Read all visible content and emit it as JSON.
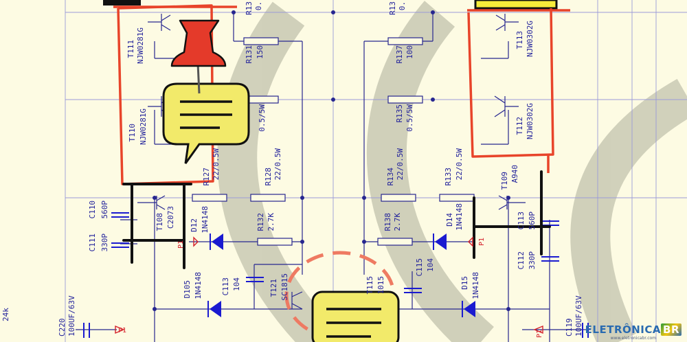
{
  "schematic": {
    "labels": {
      "r131": "R131",
      "r131_val": "150",
      "r137": "R137",
      "r137_val": "100",
      "r135": "R135",
      "r135_val": "0.5/5W",
      "r_left_mid_val": "0.5/5W",
      "r127": "R127",
      "r127_val": "22/0.5W",
      "r128": "R128",
      "r128_val": "22/0.5W",
      "r134": "R134",
      "r134_val": "22/0.5W",
      "r133": "R133",
      "r133_val": "22/0.5W",
      "r132": "R132",
      "r132_val": "2.7K",
      "r138": "R138",
      "r138_val": "2.7K",
      "t111": "T111",
      "t111_part": "NJW0281G",
      "t110": "T110",
      "t110_part": "NJW0281G",
      "t113": "T113",
      "t113_part": "NJW0302G",
      "t112": "T112",
      "t112_part": "NJW0302G",
      "t109": "T109",
      "t109_part": "A940",
      "t108": "T108",
      "t108_part": "C2073",
      "t121": "T121",
      "t121_part": "SC1815",
      "t115": "T115",
      "t115_part": "1015",
      "d12": "D12",
      "d12_part": "1N4148",
      "d14": "D14",
      "d14_part": "1N4148",
      "d105": "D105",
      "d105_part": "1N4148",
      "d15": "D15",
      "d15_part": "1N4148",
      "c110": "C110",
      "c110_val": "560P",
      "c111": "C111",
      "c111_val": "330P",
      "c113a": "C113",
      "c113a_val": "104",
      "c115": "C115",
      "c115_val": "104",
      "c113b": "C113",
      "c113b_val": "560P",
      "c112": "C112",
      "c112_val": "330P",
      "c220": "C220",
      "c220_val": "100UF/63V",
      "c119": "C119",
      "c119_val": "100UF/63V",
      "p1": "P1",
      "k24": "24k",
      "r_top_left_frag": "R13",
      "r_top_left_frag_val": "0.",
      "r_top_right_frag": "R13",
      "r_top_right_frag_val": "0."
    },
    "logo": {
      "main": "ELETRÔNICA",
      "suffix": "BR",
      "url_text": "www.eletronicabr.com"
    },
    "colors": {
      "wire": "#26268f",
      "annotation_red": "#e8442a",
      "note_yellow": "#f2ea6a",
      "pin_red": "#e43a2a",
      "watermark": "#c9c9b4"
    }
  }
}
